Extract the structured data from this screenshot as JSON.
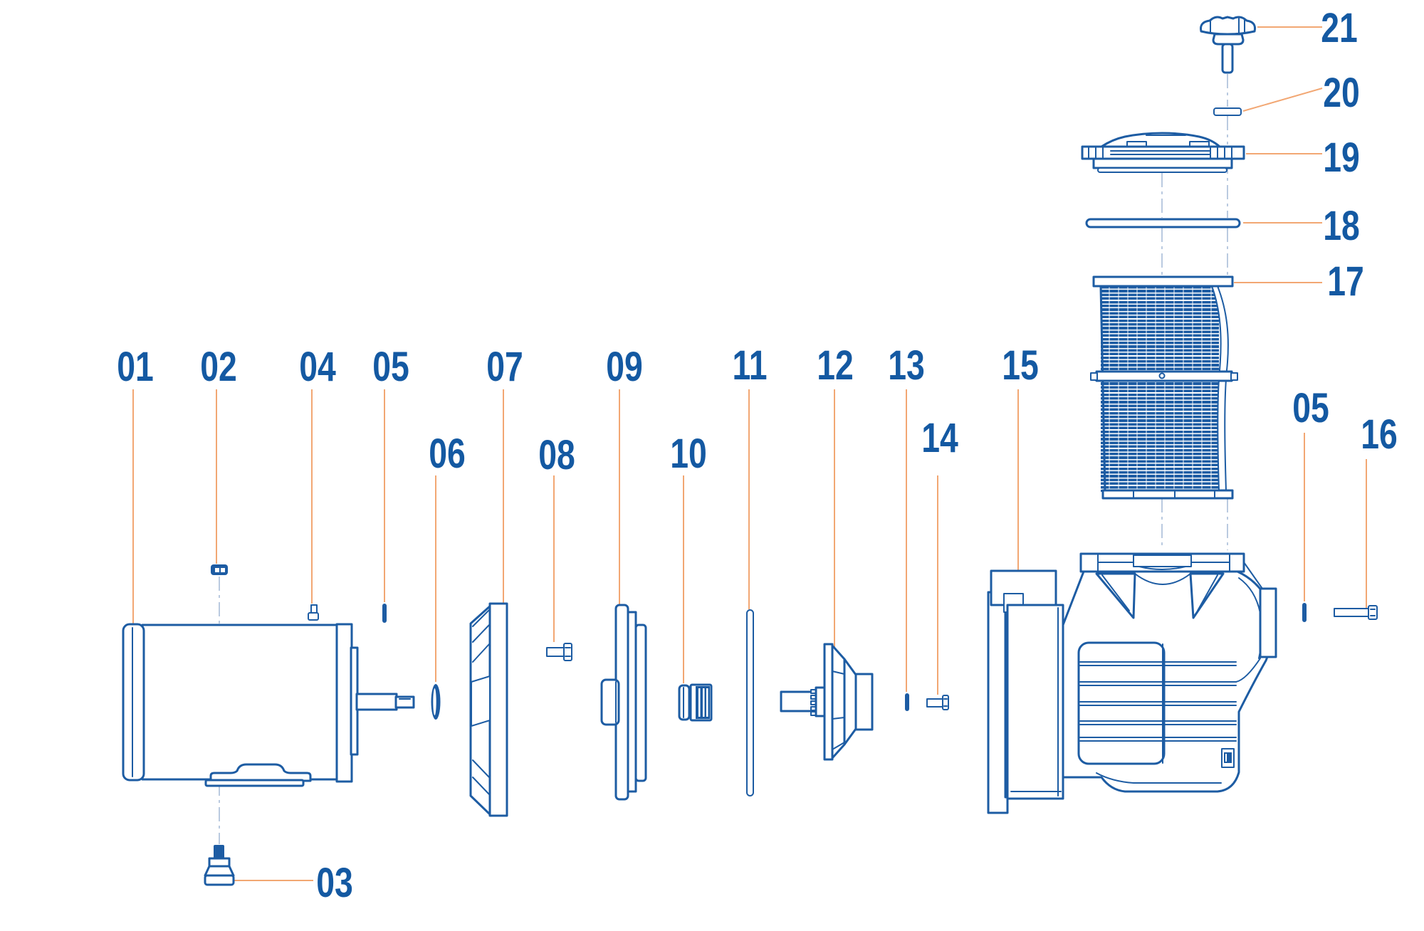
{
  "callouts": {
    "c01": {
      "text": "01"
    },
    "c02": {
      "text": "02"
    },
    "c03": {
      "text": "03"
    },
    "c04": {
      "text": "04"
    },
    "c05": {
      "text": "05"
    },
    "c06": {
      "text": "06"
    },
    "c07": {
      "text": "07"
    },
    "c08": {
      "text": "08"
    },
    "c09": {
      "text": "09"
    },
    "c10": {
      "text": "10"
    },
    "c11": {
      "text": "11"
    },
    "c12": {
      "text": "12"
    },
    "c13": {
      "text": "13"
    },
    "c14": {
      "text": "14"
    },
    "c15": {
      "text": "15"
    },
    "c16": {
      "text": "16"
    },
    "c17": {
      "text": "17"
    },
    "c18": {
      "text": "18"
    },
    "c19": {
      "text": "19"
    },
    "c20": {
      "text": "20"
    },
    "c21": {
      "text": "21"
    }
  },
  "colors": {
    "drawing_line": "#1d5ca3",
    "label_text": "#1459a2",
    "leader_line": "#f2a773",
    "centerline": "#a9bdd9",
    "background": "#ffffff"
  }
}
